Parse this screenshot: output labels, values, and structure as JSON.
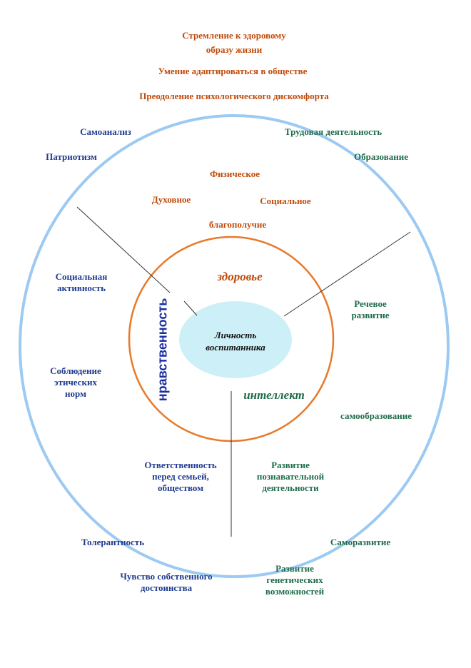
{
  "colors": {
    "outer_ring": "#9ccaf2",
    "inner_ring": "#e87a2a",
    "core_fill": "#cdeff7",
    "divider": "#333333",
    "orange_text": "#c04a0a",
    "blue_text": "#1f3a8f",
    "green_text": "#1f6b4a"
  },
  "top": {
    "line1": "Стремление к здоровому",
    "line2": "образу жизни",
    "line3": "Умение адаптироваться в обществе",
    "line4": "Преодоление психологического дискомфорта"
  },
  "left": {
    "self_analysis": "Самоанализ",
    "patriotism": "Патриотизм",
    "social_activity_1": "Социальная",
    "social_activity_2": "активность",
    "ethics_1": "Соблюдение",
    "ethics_2": "этических",
    "ethics_3": "норм",
    "responsibility_1": "Ответственность",
    "responsibility_2": "перед семьей,",
    "responsibility_3": "обществом",
    "tolerance": "Толерантность",
    "dignity_1": "Чувство собственного",
    "dignity_2": "достоинства"
  },
  "right": {
    "labor": "Трудовая деятельность",
    "education": "Образование",
    "speech_1": "Речевое",
    "speech_2": "развитие",
    "self_education": "самообразование",
    "cognitive_1": "Развитие",
    "cognitive_2": "познавательной",
    "cognitive_3": "деятельности",
    "self_development": "Саморазвитие",
    "genetic_1": "Развитие",
    "genetic_2": "генетических",
    "genetic_3": "возможностей"
  },
  "wellbeing": {
    "physical": "Физическое",
    "spiritual": "Духовное",
    "social": "Социальное",
    "wellbeing": "благополучие"
  },
  "ring": {
    "health": "здоровье",
    "morality": "нравственность",
    "intellect": "интеллект"
  },
  "core": {
    "line1": "Личность",
    "line2": "воспитанника"
  }
}
